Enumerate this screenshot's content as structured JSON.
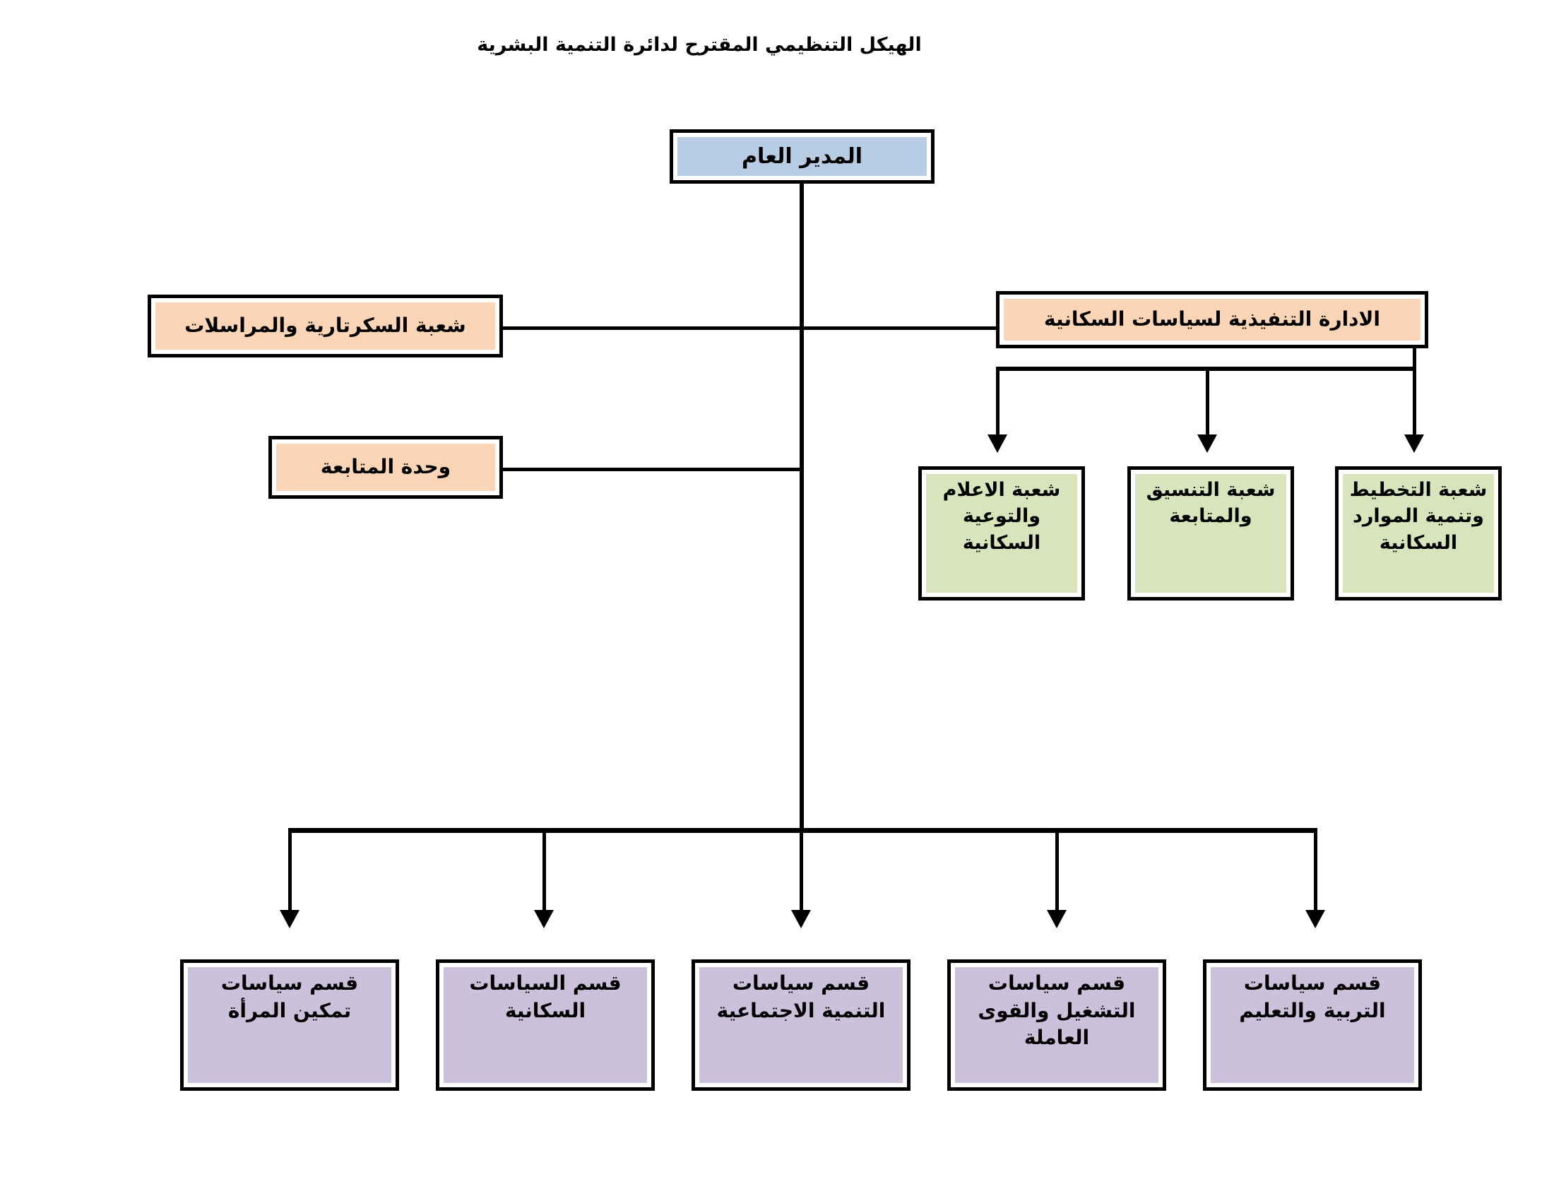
{
  "title": "الهيكل التنظيمي المقترح لدائرة التنمية البشرية",
  "colors": {
    "director": "#b8cce4",
    "support": "#fbd5b5",
    "executive": "#fbd5b5",
    "division": "#d8e4bc",
    "department": "#ccc1da",
    "border": "#000000",
    "connector": "#000000",
    "background": "#ffffff"
  },
  "nodes": {
    "director": {
      "label": "المدير العام",
      "level": "root"
    },
    "secretariat": {
      "label": "شعبة السكرتارية والمراسلات",
      "level": "support"
    },
    "followup_unit": {
      "label": "وحدة المتابعة",
      "level": "support"
    },
    "executive_admin": {
      "label": "الادارة التنفيذية لسياسات السكانية",
      "level": "executive"
    }
  },
  "divisions": [
    {
      "label": "شعبة الاعلام والتوعية السكانية"
    },
    {
      "label": "شعبة التنسيق والمتابعة"
    },
    {
      "label": "شعبة التخطيط وتنمية الموارد السكانية"
    }
  ],
  "departments": [
    {
      "label": "قسم سياسات تمكين المرأة"
    },
    {
      "label": "قسم السياسات السكانية"
    },
    {
      "label": "قسم سياسات التنمية الاجتماعية"
    },
    {
      "label": "قسم سياسات التشغيل والقوى العاملة"
    },
    {
      "label": "قسم سياسات التربية والتعليم"
    }
  ]
}
